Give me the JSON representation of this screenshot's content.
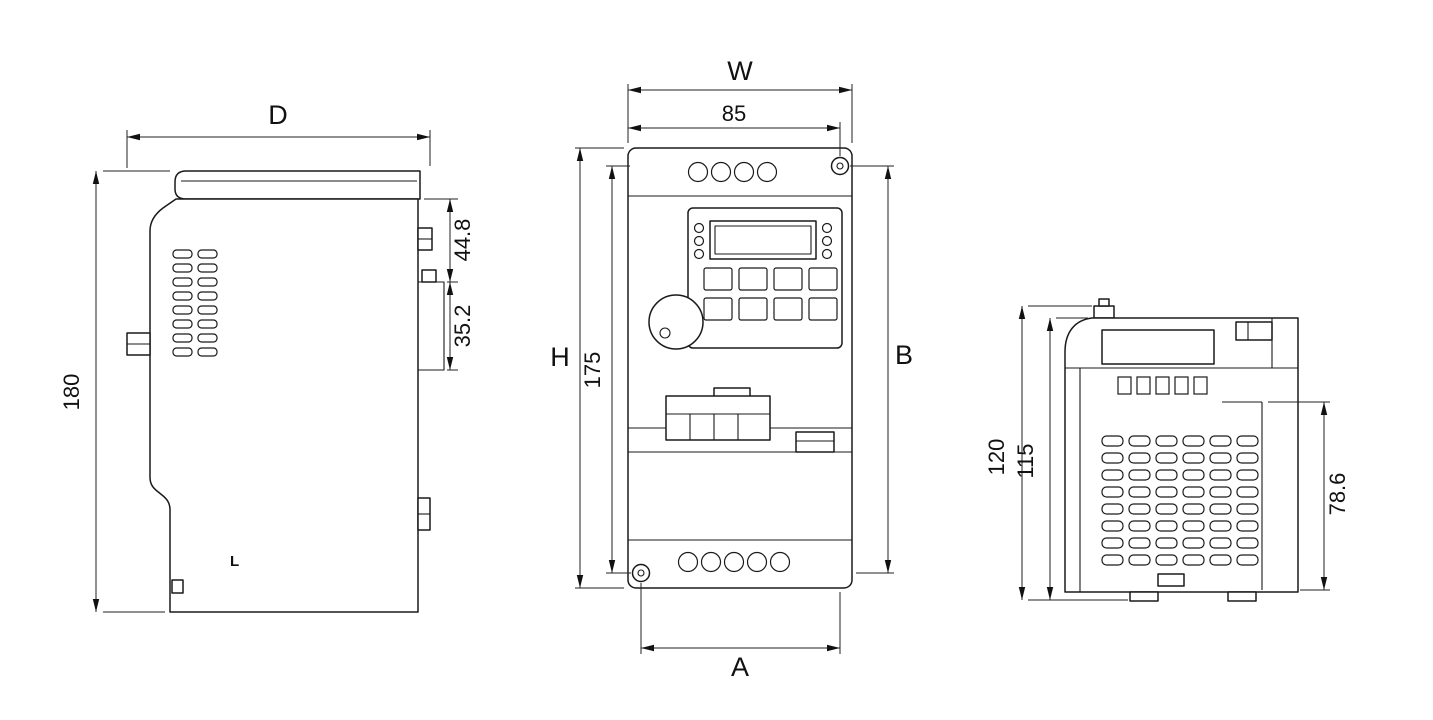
{
  "drawing": {
    "type": "technical-dimension-drawing",
    "line_color": "#1a1a1a",
    "background": "#ffffff",
    "views": {
      "side": {
        "dim_depth": "D",
        "dim_overall_height": "180",
        "dim_upper_bracket": "44.8",
        "dim_lower_bracket": "35.2",
        "mold_mark": "L"
      },
      "front": {
        "dim_overall_width": "W",
        "dim_hole_width": "85",
        "dim_overall_height": "H",
        "dim_hole_height": "175",
        "dim_right_height": "B",
        "dim_bottom_width": "A"
      },
      "rear": {
        "dim_overall_height": "120",
        "dim_body_height": "115",
        "dim_heatsink_height": "78.6"
      }
    }
  }
}
